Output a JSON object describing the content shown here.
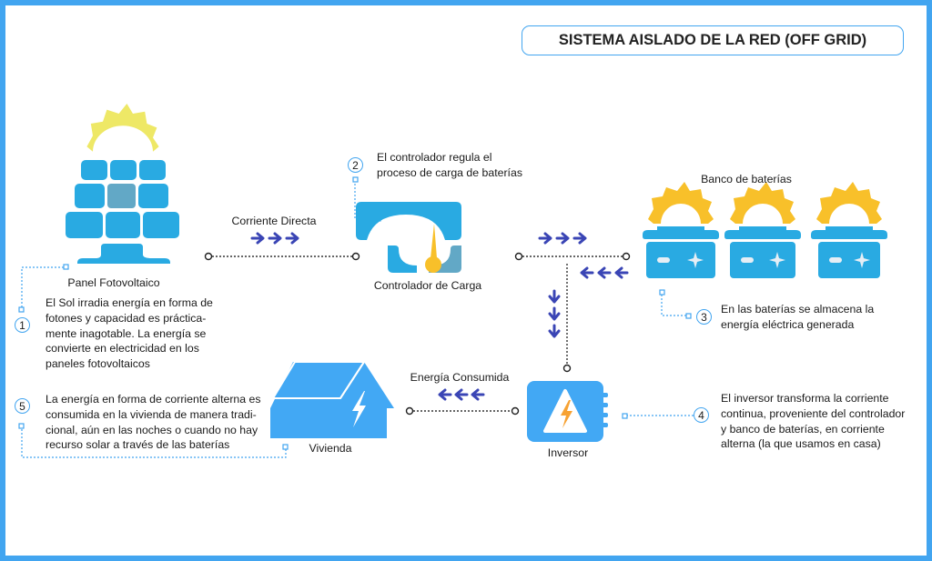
{
  "title": "SISTEMA AISLADO DE LA RED (OFF GRID)",
  "colors": {
    "frame": "#42a5f0",
    "panel": "#29aae2",
    "sun": "#eee866",
    "battery_sun": "#f8c02a",
    "arrow": "#3a45b5",
    "inverter": "#42a8f4",
    "bolt": "#f7a233"
  },
  "components": {
    "panel": "Panel Fotovoltaico",
    "controller": "Controlador de Carga",
    "batteries": "Banco de baterías",
    "inverter": "Inversor",
    "house": "Vivienda"
  },
  "flows": {
    "dc": "Corriente Directa",
    "consumed": "Energía Consumida"
  },
  "steps": [
    {
      "n": "1",
      "lines": [
        "El Sol irradia energía en forma de",
        "fotones y capacidad es práctica-",
        "mente inagotable. La energía se",
        "convierte en electricidad en los",
        "paneles fotovoltaicos"
      ]
    },
    {
      "n": "2",
      "lines": [
        "El controlador regula el",
        "proceso de carga de baterías"
      ]
    },
    {
      "n": "3",
      "lines": [
        "En las baterías se almacena la",
        "energía eléctrica generada"
      ]
    },
    {
      "n": "4",
      "lines": [
        "El inversor transforma la corriente",
        "continua, proveniente del controlador",
        "y banco de baterías, en corriente",
        "alterna (la que usamos en casa)"
      ]
    },
    {
      "n": "5",
      "lines": [
        "La energía en forma de corriente alterna es",
        "consumida en la vivienda de manera tradi-",
        "cional, aún en las noches o cuando no hay",
        "recurso solar a través de las baterías"
      ]
    }
  ]
}
